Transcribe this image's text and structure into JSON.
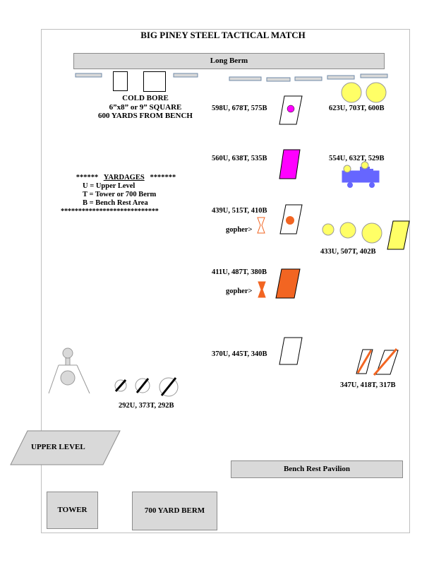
{
  "title": "BIG PINEY STEEL TACTICAL MATCH",
  "long_berm": "Long Berm",
  "cold_bore": {
    "line1": "COLD BORE",
    "line2": "6”x8” or  9” SQUARE",
    "line3": "600 YARDS FROM BENCH"
  },
  "yardages": {
    "header_prefix": "******",
    "header_word": "YARDAGES",
    "header_suffix": "*******",
    "u": "U = Upper Level",
    "t": "T = Tower or 700 Berm",
    "b": "B = Bench Rest Area",
    "stars": "****************************"
  },
  "targets": {
    "t598": "598U, 678T, 575B",
    "t623": "623U, 703T, 600B",
    "t560": "560U, 638T, 535B",
    "t554": "554U, 632T, 529B",
    "t439": "439U, 515T, 410B",
    "t433": "433U, 507T, 402B",
    "t411": "411U, 487T, 380B",
    "t370": "370U, 445T, 340B",
    "t347": "347U, 418T, 317B",
    "t292": "292U, 373T, 292B"
  },
  "gopher_label_1": "gopher>",
  "gopher_label_2": "gopher>",
  "upper_level": "UPPER LEVEL",
  "bench_rest_pavilion": "Bench Rest Pavilion",
  "tower": "TOWER",
  "berm_700": "700 YARD BERM",
  "colors": {
    "gray_fill": "#d9d9d9",
    "magenta": "#ff00ff",
    "orange": "#f26522",
    "yellow": "#ffff66",
    "blue": "#6666ff",
    "border": "#999999"
  }
}
